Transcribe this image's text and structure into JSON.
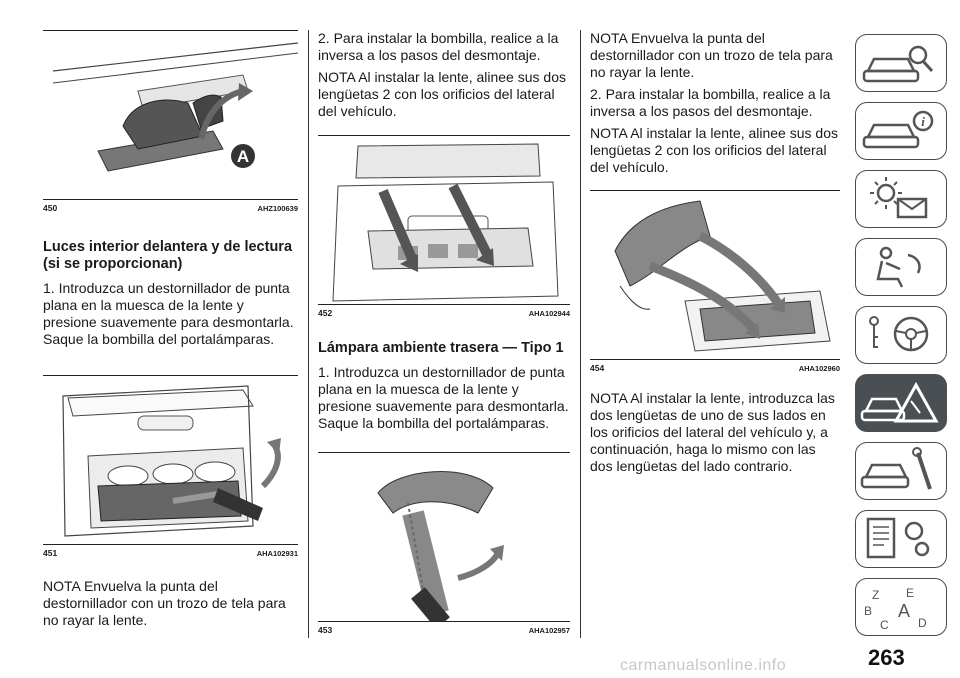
{
  "page_number": "263",
  "watermark": "carmanualsonline.info",
  "col1": {
    "fig450": {
      "number": "450",
      "code": "AHZ100639",
      "callout": "A"
    },
    "heading": "Luces interior delantera y de lectura (si se proporcionan)",
    "para1": "1. Introduzca un destornillador de punta plana en la muesca de la lente y presione suavemente para desmontarla. Saque la bombilla del portalámparas.",
    "fig451": {
      "number": "451",
      "code": "AHA102931"
    },
    "para2": "NOTA  Envuelva la punta del destornillador con un trozo de tela para no rayar la lente."
  },
  "col2": {
    "para1": "2. Para instalar la bombilla, realice a la inversa a los pasos del desmontaje.",
    "para2": "NOTA  Al instalar la lente, alinee sus dos lengüetas 2 con los orificios del lateral del vehículo.",
    "fig452": {
      "number": "452",
      "code": "AHA102944"
    },
    "heading": "Lámpara ambiente trasera — Tipo 1",
    "para3": "1. Introduzca un destornillador de punta plana en la muesca de la lente y presione suavemente para desmontarla. Saque la bombilla del portalámparas.",
    "fig453": {
      "number": "453",
      "code": "AHA102957"
    }
  },
  "col3": {
    "para1": "NOTA  Envuelva la punta del destornillador con un trozo de tela para no rayar la lente.",
    "para2": "2. Para instalar la bombilla, realice a la inversa a los pasos del desmontaje.",
    "para3": "NOTA  Al instalar la lente, alinee sus dos lengüetas 2 con los orificios del lateral del vehículo.",
    "fig454": {
      "number": "454",
      "code": "AHA102960"
    },
    "para4": "NOTA  Al instalar la lente, introduzca las dos lengüetas de uno de sus lados en los orificios del lateral del vehículo y, a continuación, haga lo mismo con las dos lengüetas del lado contrario."
  },
  "sidebar": {
    "tabs": [
      {
        "icon": "car-search-icon",
        "letters": ""
      },
      {
        "icon": "car-info-icon",
        "letters": ""
      },
      {
        "icon": "warning-lights-message-icon",
        "letters": ""
      },
      {
        "icon": "airbag-seat-icon",
        "letters": ""
      },
      {
        "icon": "key-steering-wheel-icon",
        "letters": ""
      },
      {
        "icon": "car-breakdown-warning-icon",
        "letters": "",
        "active": true
      },
      {
        "icon": "car-service-wrench-icon",
        "letters": ""
      },
      {
        "icon": "technical-specs-icon",
        "letters": ""
      },
      {
        "icon": "alphabetical-index-icon",
        "letters": "Z E B A C D"
      }
    ]
  },
  "colors": {
    "accent_tab": "#4a4f53",
    "text": "#1a1a1a",
    "rule": "#222222"
  }
}
